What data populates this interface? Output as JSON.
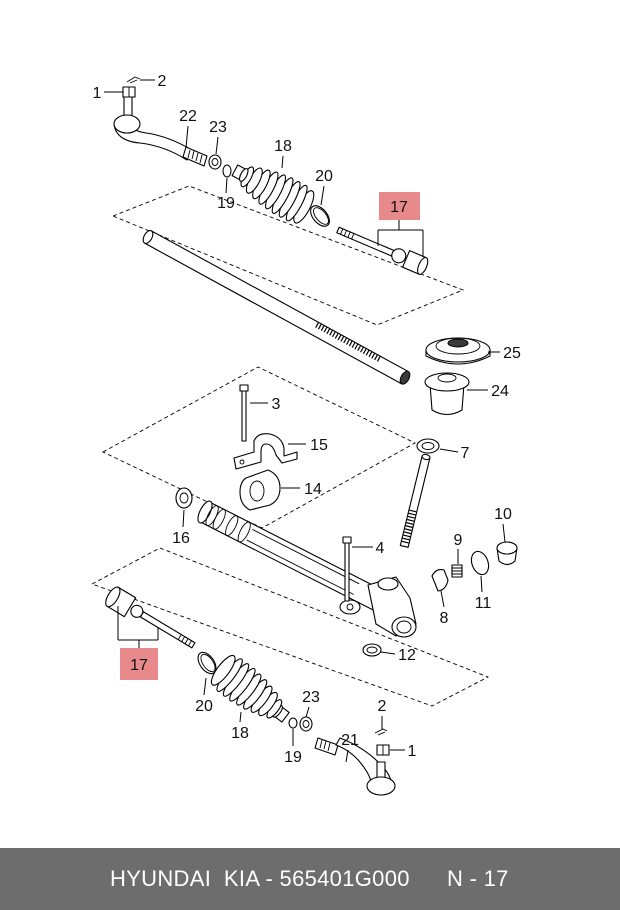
{
  "diagram": {
    "highlight_color": "#e8898b",
    "line_color": "#000000",
    "callouts": [
      {
        "label": "1"
      },
      {
        "label": "2"
      },
      {
        "label": "22"
      },
      {
        "label": "23"
      },
      {
        "label": "18"
      },
      {
        "label": "19"
      },
      {
        "label": "20"
      },
      {
        "label": "17",
        "highlighted": true
      },
      {
        "label": "25"
      },
      {
        "label": "24"
      },
      {
        "label": "7"
      },
      {
        "label": "3"
      },
      {
        "label": "15"
      },
      {
        "label": "14"
      },
      {
        "label": "16"
      },
      {
        "label": "4"
      },
      {
        "label": "9"
      },
      {
        "label": "10"
      },
      {
        "label": "8"
      },
      {
        "label": "11"
      },
      {
        "label": "12"
      },
      {
        "label": "17",
        "highlighted": true
      },
      {
        "label": "20"
      },
      {
        "label": "18"
      },
      {
        "label": "23"
      },
      {
        "label": "19"
      },
      {
        "label": "2"
      },
      {
        "label": "21"
      },
      {
        "label": "1"
      }
    ]
  },
  "footer": {
    "left_text": "HYUNDAI  KIA - 565401G000",
    "right_text": "N - 17",
    "background": "#6d6d6d",
    "text_color": "#ffffff"
  }
}
